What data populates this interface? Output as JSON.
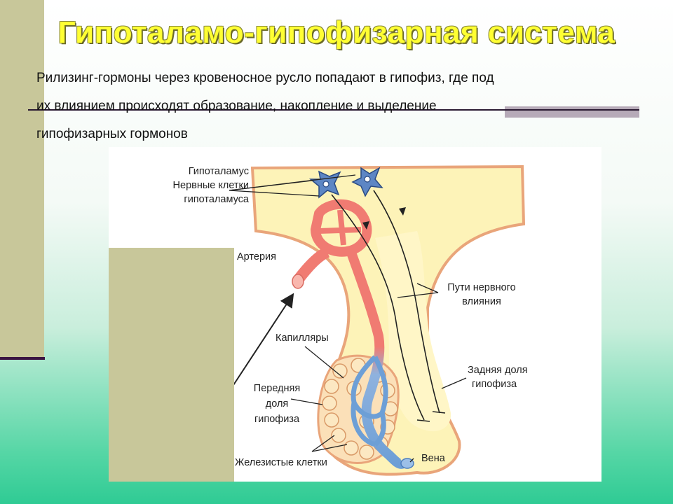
{
  "slide": {
    "title": "Гипоталамо-гипофизарная система",
    "text_line1": "Рилизинг-гормоны через кровеносное русло попадают в гипофиз, где под",
    "text_line2": "их влиянием происходят образование, накопление и выделение",
    "text_line3": "гипофизарных гормонов"
  },
  "diagram": {
    "labels": {
      "hypothalamus": "Гипоталамус",
      "nerve_cells_1": "Нервные клетки",
      "nerve_cells_2": "гипоталамуса",
      "artery": "Артерия",
      "nerve_paths_1": "Пути нервного",
      "nerve_paths_2": "влияния",
      "capillaries": "Капилляры",
      "posterior_1": "Задняя доля",
      "posterior_2": "гипофиза",
      "anterior_1": "Передняя",
      "anterior_2": "доля",
      "anterior_3": "гипофиза",
      "glandular": "Железистые клетки",
      "vein": "Вена"
    },
    "colors": {
      "hypothalamus_fill": "#fdf3b8",
      "tissue_outline": "#e9a57a",
      "artery": "#f07b72",
      "vein": "#6d9fd6",
      "neuron": "#5d86c4"
    }
  }
}
